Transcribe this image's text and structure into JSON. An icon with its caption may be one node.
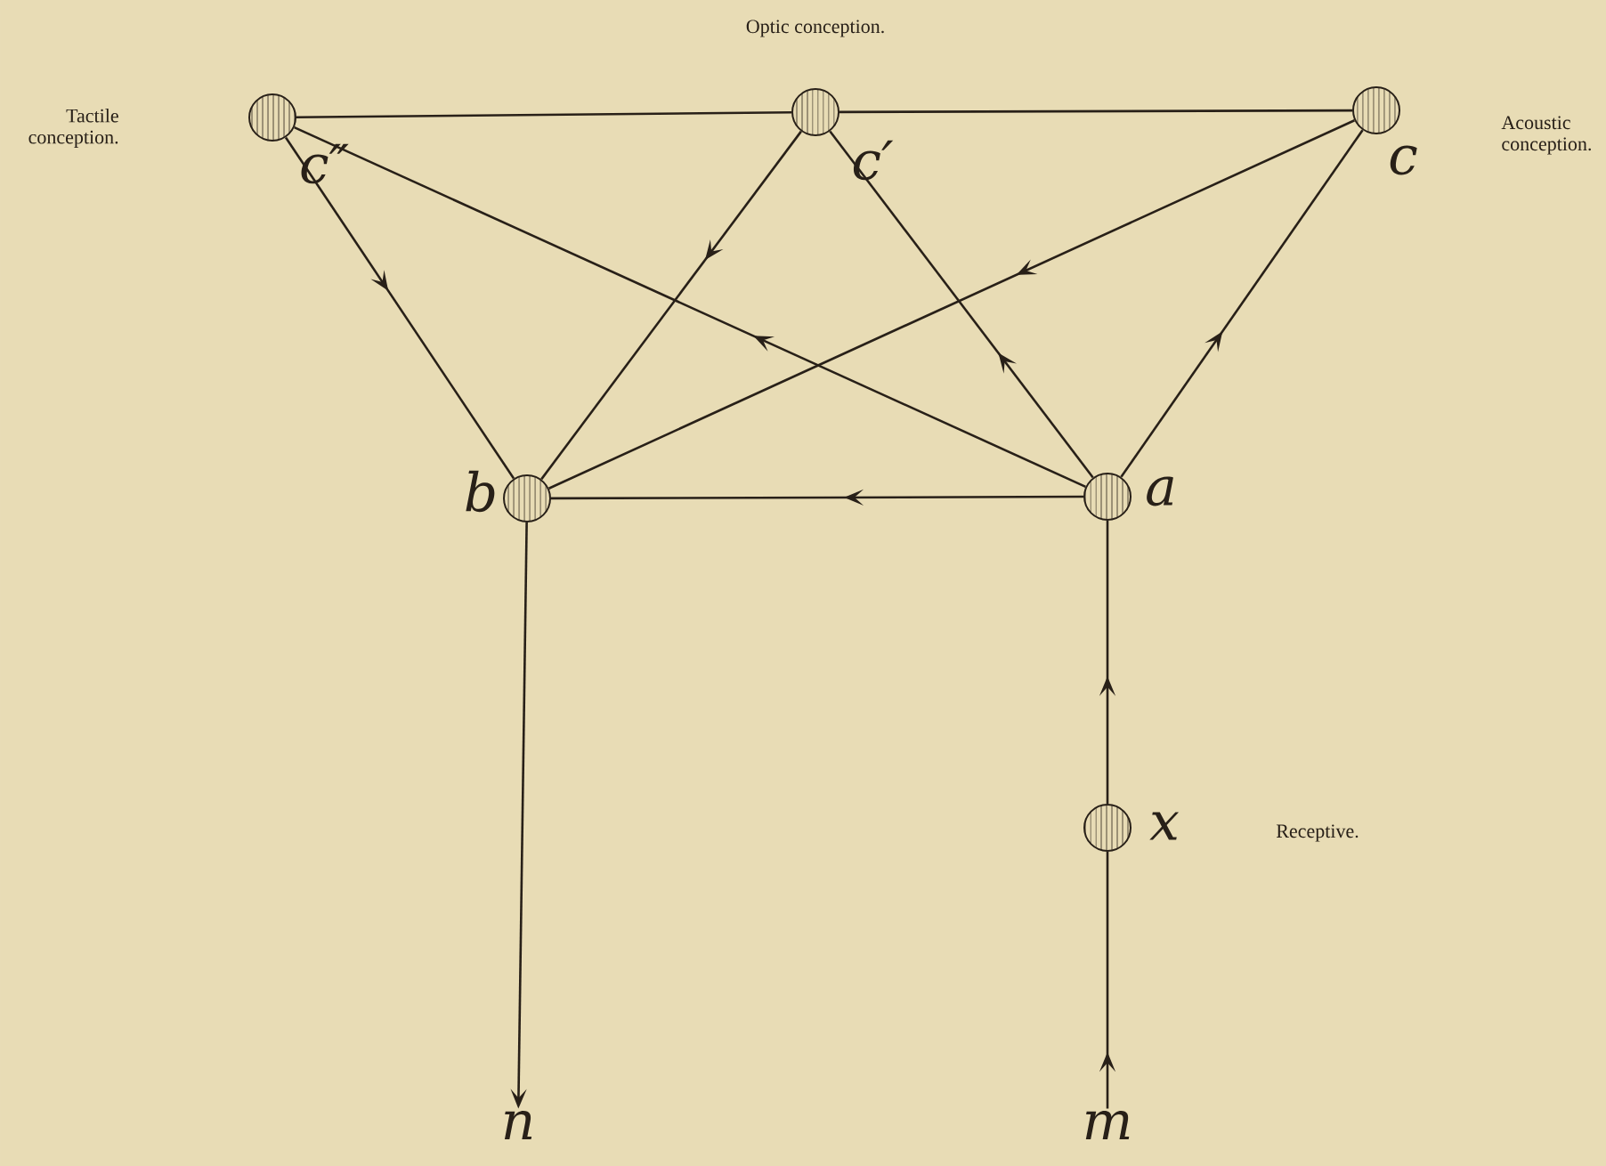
{
  "diagram": {
    "nodes": [
      {
        "text": [],
        "shape": "circle",
        "beside": [
          "c″"
        ]
      },
      {
        "text": [],
        "shape": "circle",
        "beside": [
          "c′"
        ]
      },
      {
        "text": [],
        "shape": "circle",
        "beside": [
          "c"
        ]
      },
      {
        "text": [],
        "shape": "circle",
        "beside": [
          "b"
        ]
      },
      {
        "text": [],
        "shape": "circle",
        "beside": [
          "a"
        ]
      },
      {
        "text": [],
        "shape": "circle",
        "beside": [
          "x"
        ]
      },
      {
        "text": [
          "n"
        ]
      },
      {
        "text": [
          "m"
        ]
      }
    ],
    "edges": [
      {
        "from": 0,
        "to": 1,
        "arrow": "none"
      },
      {
        "from": 1,
        "to": 2,
        "arrow": "none"
      },
      {
        "from": 0,
        "to": 3,
        "arrow": "to"
      },
      {
        "from": 1,
        "to": 3,
        "arrow": "to"
      },
      {
        "from": 2,
        "to": 3,
        "arrow": "to"
      },
      {
        "from": 4,
        "to": 0,
        "arrow": "to"
      },
      {
        "from": 4,
        "to": 1,
        "arrow": "to"
      },
      {
        "from": 4,
        "to": 2,
        "arrow": "to"
      },
      {
        "from": 4,
        "to": 3,
        "arrow": "to"
      },
      {
        "from": 3,
        "to": 6,
        "arrow": "to"
      },
      {
        "from": 7,
        "to": 5,
        "arrow": "to"
      },
      {
        "from": 5,
        "to": 4,
        "arrow": "to"
      }
    ],
    "labels": [
      "Optic conception.",
      "Tactile conception.",
      "Acoustic conception.",
      "Receptive."
    ]
  }
}
